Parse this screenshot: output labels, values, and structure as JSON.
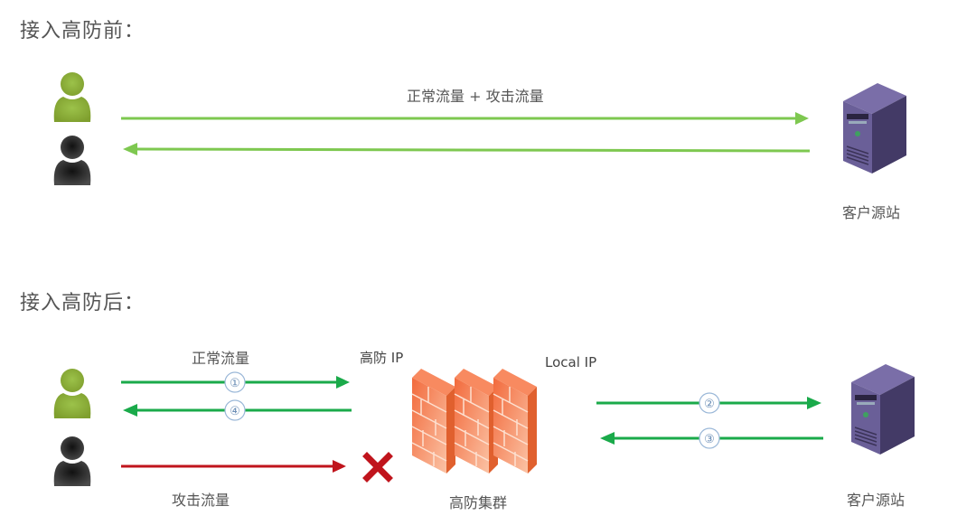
{
  "before": {
    "title": "接入高防前：",
    "flow_label": "正常流量 + 攻击流量",
    "server_label": "客户源站"
  },
  "after": {
    "title": "接入高防后：",
    "normal_label": "正常流量",
    "attack_label": "攻击流量",
    "ddos_ip_label": "高防 IP",
    "local_ip_label": "Local IP",
    "cluster_label": "高防集群",
    "server_label": "客户源站",
    "steps": [
      "①",
      "②",
      "③",
      "④"
    ]
  },
  "colors": {
    "light_green": "#7ec850",
    "green": "#1aaa4a",
    "red": "#c0141c",
    "user_normal": "#8fb23a",
    "user_attacker": "#333333",
    "server": "#5a4f86",
    "firewall": "#f47a4a"
  }
}
